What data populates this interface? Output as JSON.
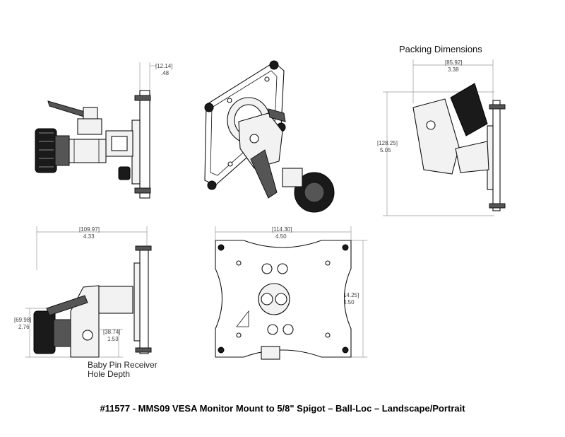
{
  "title": "#11577 - MMS09 VESA Monitor Mount to 5/8\" Spigot – Ball-Loc – Landscape/Portrait",
  "packing_heading": "Packing Dimensions",
  "dimensions": {
    "side_thickness": {
      "metric": "[12.14]",
      "imperial": ".48"
    },
    "pack_width": {
      "metric": "[85.92]",
      "imperial": "3.38"
    },
    "pack_height": {
      "metric": "[128.25]",
      "imperial": "5.05"
    },
    "side_depth": {
      "metric": "[109.97]",
      "imperial": "4.33"
    },
    "side_height": {
      "metric": "[69.98]",
      "imperial": "2.76"
    },
    "pin_depth": {
      "metric": "[38.74]",
      "imperial": "1.53"
    },
    "plate_width": {
      "metric": "[114.30]",
      "imperial": "4.50"
    },
    "plate_height": {
      "metric": "[114.25]",
      "imperial": "4.50"
    }
  },
  "pin_note": {
    "line1": "Baby Pin Receiver",
    "line2": "Hole Depth"
  }
}
